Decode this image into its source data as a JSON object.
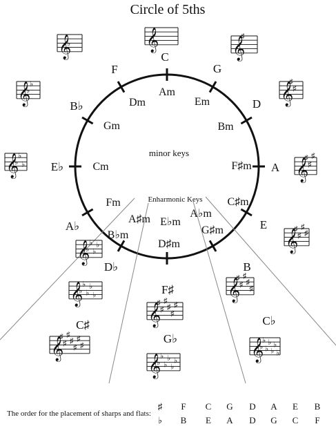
{
  "title": "Circle of 5ths",
  "center_label": "minor keys",
  "enharmonic_label": "Enharmonic Keys",
  "major_keys": [
    "C",
    "G",
    "D",
    "A",
    "E",
    "B",
    "F♯",
    "G♭",
    "C♯",
    "C♭",
    "D♭",
    "A♭",
    "E♭",
    "B♭",
    "F"
  ],
  "minor_keys": [
    "Am",
    "Em",
    "Bm",
    "F♯m",
    "C♯m",
    "G♯m",
    "D♯m",
    "E♭m",
    "A♯m",
    "A♭m",
    "B♭m",
    "Fm",
    "Cm",
    "Gm",
    "Dm"
  ],
  "staff_signatures": [
    {
      "key": "C",
      "type": "none",
      "count": 0
    },
    {
      "key": "G",
      "type": "sharp",
      "count": 1
    },
    {
      "key": "D",
      "type": "sharp",
      "count": 2
    },
    {
      "key": "A",
      "type": "sharp",
      "count": 3
    },
    {
      "key": "E",
      "type": "sharp",
      "count": 4
    },
    {
      "key": "B",
      "type": "sharp",
      "count": 5
    },
    {
      "key": "F♯",
      "type": "sharp",
      "count": 6
    },
    {
      "key": "G♭",
      "type": "flat",
      "count": 6
    },
    {
      "key": "C♯",
      "type": "sharp",
      "count": 7
    },
    {
      "key": "C♭",
      "type": "flat",
      "count": 7
    },
    {
      "key": "D♭",
      "type": "flat",
      "count": 5
    },
    {
      "key": "A♭",
      "type": "flat",
      "count": 4
    },
    {
      "key": "E♭",
      "type": "flat",
      "count": 3
    },
    {
      "key": "B♭",
      "type": "flat",
      "count": 2
    },
    {
      "key": "F",
      "type": "flat",
      "count": 1
    }
  ],
  "footer": {
    "label": "The order for the placement of sharps and flats:",
    "sharp_symbol": "♯",
    "flat_symbol": "♭",
    "sharps": [
      "F",
      "C",
      "G",
      "D",
      "A",
      "E",
      "B"
    ],
    "flats": [
      "B",
      "E",
      "A",
      "D",
      "G",
      "C",
      "F"
    ]
  }
}
